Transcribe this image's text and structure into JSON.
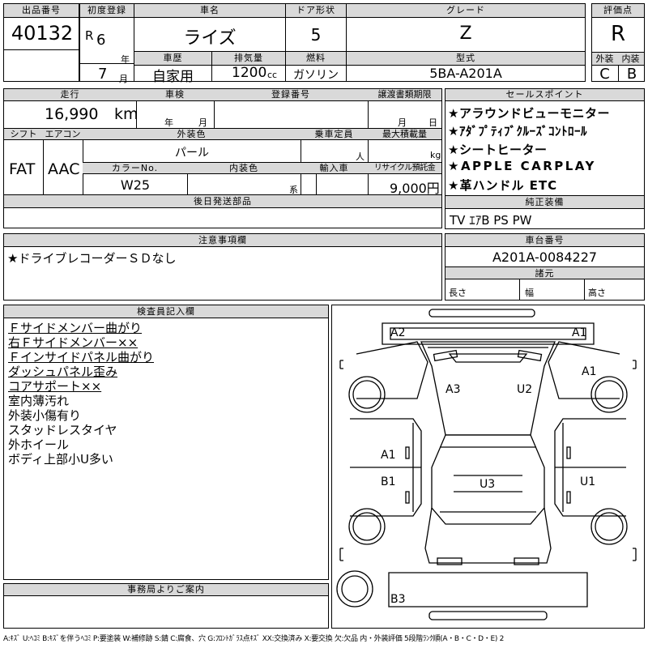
{
  "header": {
    "lot_label": "出品番号",
    "lot_number": "40132",
    "reg_label": "初度登録",
    "era": "R",
    "year": "6",
    "year_unit": "年",
    "month": "7",
    "month_unit": "月",
    "name_label": "車名",
    "car_name": "ライズ",
    "door_label": "ドア形状",
    "doors": "5",
    "grade_label": "グレード",
    "grade": "Z",
    "score_label": "評価点",
    "score": "R",
    "history_label": "車歴",
    "history": "自家用",
    "disp_label": "排気量",
    "displacement": "1200",
    "disp_unit": "cc",
    "fuel_label": "燃料",
    "fuel": "ガソリン",
    "model_label": "型式",
    "model_code": "5BA-A201A",
    "ext_label": "外装",
    "ext_grade": "C",
    "int_label": "内装",
    "int_grade": "B"
  },
  "row2": {
    "mileage_label": "走行",
    "mileage": "16,990",
    "mileage_unit": "km",
    "inspection_label": "車検",
    "insp_year": "年",
    "insp_month": "月",
    "reg_no_label": "登録番号",
    "transfer_label": "譲渡書類期限",
    "transfer_month": "月",
    "transfer_day": "日",
    "shift_label": "シフト",
    "shift": "FAT",
    "ac_label": "エアコン",
    "ac": "AAC",
    "exterior_color_label": "外装色",
    "exterior_color": "パール",
    "capacity_label": "乗車定員",
    "capacity_unit": "人",
    "max_load_label": "最大積載量",
    "max_load_unit": "kg",
    "color_no_label": "カラーNo.",
    "color_no": "W25",
    "interior_color_label": "内装色",
    "interior_suffix": "系",
    "import_label": "輸入車",
    "recycle_label": "リサイクル預託金",
    "recycle": "9,000円",
    "later_parts_label": "後日発送部品"
  },
  "sales_points": {
    "label": "セールスポイント",
    "items": [
      "★アラウンドビューモニター",
      "★ｱﾀﾞﾌﾟﾃｨﾌﾞｸﾙｰｽﾞｺﾝﾄﾛｰﾙ",
      "★シートヒーター",
      "★APPLE CARPLAY",
      "★革ハンドル ETC"
    ]
  },
  "equipment": {
    "label": "純正装備",
    "value": "TV ｴｱB PS PW"
  },
  "caution": {
    "label": "注意事項欄",
    "text": "★ドライブレコーダーＳＤなし"
  },
  "chassis": {
    "label": "車台番号",
    "value": "A201A-0084227"
  },
  "dimensions": {
    "label": "諸元",
    "length": "長さ",
    "width": "幅",
    "height": "高さ"
  },
  "inspector": {
    "label": "検査員記入欄",
    "lines": [
      {
        "text": "Ｆサイドメンバー曲がり",
        "underline": true
      },
      {
        "text": "右Ｆサイドメンバー××",
        "underline": true
      },
      {
        "text": "Ｆインサイドパネル曲がり",
        "underline": true
      },
      {
        "text": "ダッシュパネル歪み",
        "underline": true
      },
      {
        "text": "コアサポート××",
        "underline": true
      },
      {
        "text": "室内薄汚れ",
        "underline": false
      },
      {
        "text": "外装小傷有り",
        "underline": false
      },
      {
        "text": "スタッドレスタイヤ",
        "underline": false
      },
      {
        "text": "外ホイール",
        "underline": false
      },
      {
        "text": "ボディ上部小U多い",
        "underline": false
      }
    ]
  },
  "office": {
    "label": "事務局よりご案内"
  },
  "diagram_marks": {
    "a2": "A2",
    "a1_front": "A1",
    "a1_right": "A1",
    "a3": "A3",
    "u2": "U2",
    "a1_left": "A1",
    "b1": "B1",
    "u3": "U3",
    "u1": "U1",
    "b3": "B3"
  },
  "legend": "A:ｷｽﾞ U:ﾍｺﾐ B:ｷｽﾞを伴うﾍｺﾐ P:要塗装 W:補修跡 S:錆 C:腐食、穴 G:ﾌﾛﾝﾄｶﾞﾗｽ点ｷｽﾞ XX:交換済み X:要交換 欠:欠品 内・外装評価 5段階ﾗﾝｸ順(A・B・C・D・E) 2"
}
